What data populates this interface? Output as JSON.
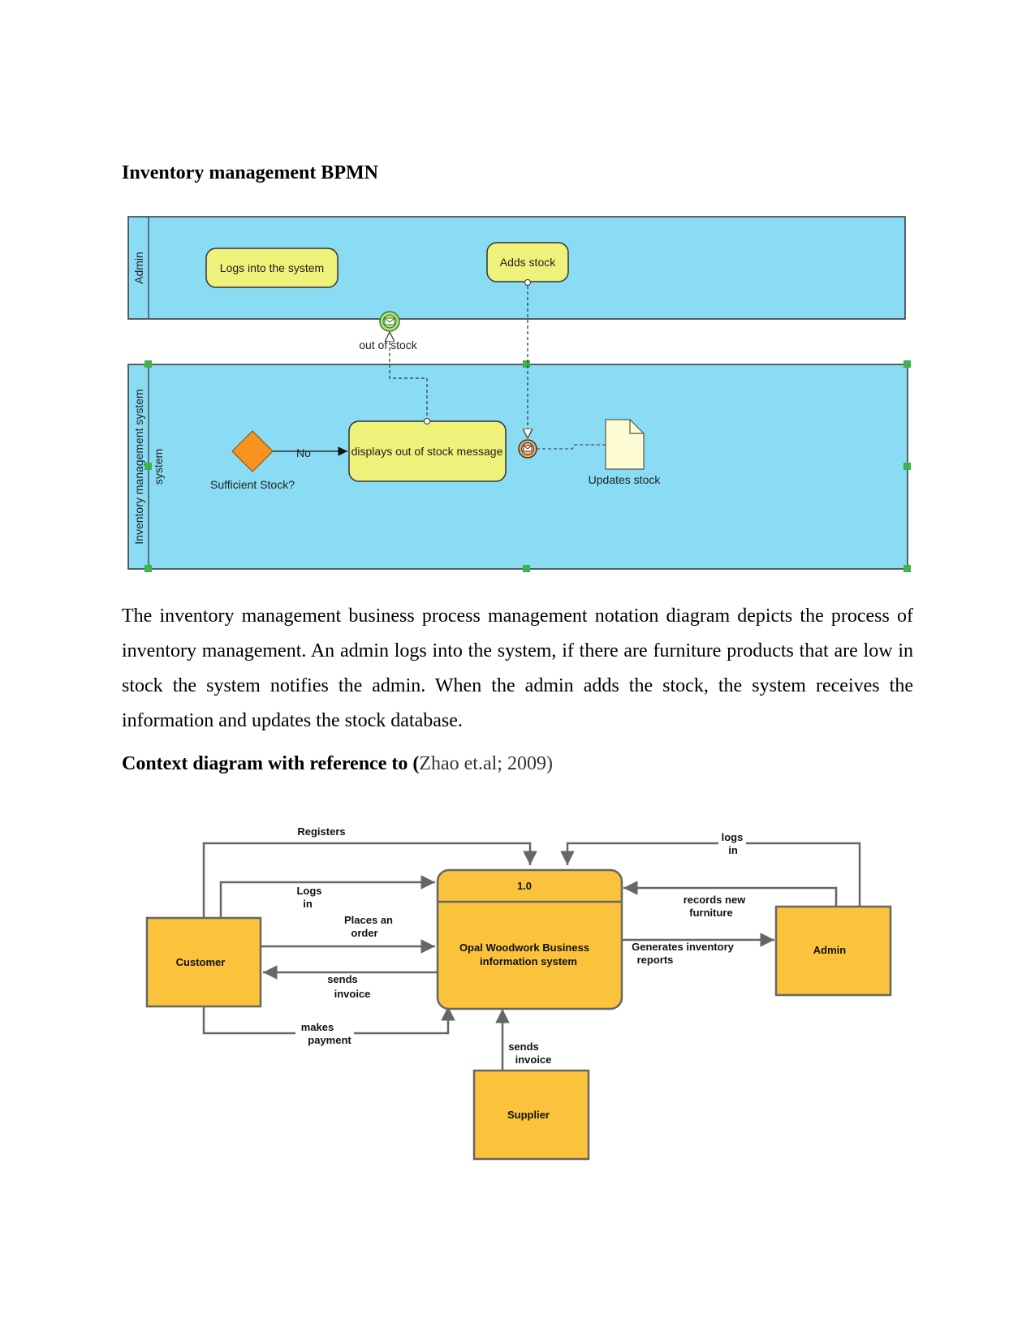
{
  "bpmn_section": {
    "heading": "Inventory management BPMN",
    "lanes": {
      "admin": "Admin",
      "inventory_outer": "Inventory management system",
      "inventory_inner": "system"
    },
    "tasks": {
      "logs_in": "Logs into the system",
      "adds_stock": "Adds stock",
      "displays_message": "displays out of stock message"
    },
    "gateway": {
      "label": "Sufficient Stock?",
      "flow_label": "No"
    },
    "message_label": "out of stock",
    "data_object": "Updates stock",
    "colors": {
      "lane": "#89dcf3",
      "task": "#eef27a",
      "gateway": "#f7931e",
      "handle": "#3cb44b"
    }
  },
  "description": "The inventory management business process management notation diagram depicts the process of inventory management. An admin logs into the system, if there are furniture products that are low in stock the system notifies the admin. When the admin adds the stock, the system receives the information and updates the stock database.",
  "context_section": {
    "heading_bold": "Context diagram with reference to (",
    "heading_ref": "Zhao et.al; 2009)",
    "process": {
      "id": "1.0",
      "name_line1": "Opal Woodwork Business",
      "name_line2": "information system"
    },
    "entities": {
      "customer": "Customer",
      "admin": "Admin",
      "supplier": "Supplier"
    },
    "flows": {
      "registers": "Registers",
      "logs_in_1": "Logs",
      "logs_in_2": "in",
      "places_order_1": "Places an",
      "places_order_2": "order",
      "sends_invoice_1": "sends",
      "sends_invoice_2": "invoice",
      "makes_payment_1": "makes",
      "makes_payment_2": "payment",
      "admin_logs_1": "logs",
      "admin_logs_2": "in",
      "records_1": "records new",
      "records_2": "furniture",
      "reports_1": "Generates inventory",
      "reports_2": "reports",
      "supplier_invoice_1": "sends",
      "supplier_invoice_2": "invoice"
    },
    "colors": {
      "box": "#fbc23c",
      "stroke": "#666666"
    }
  }
}
